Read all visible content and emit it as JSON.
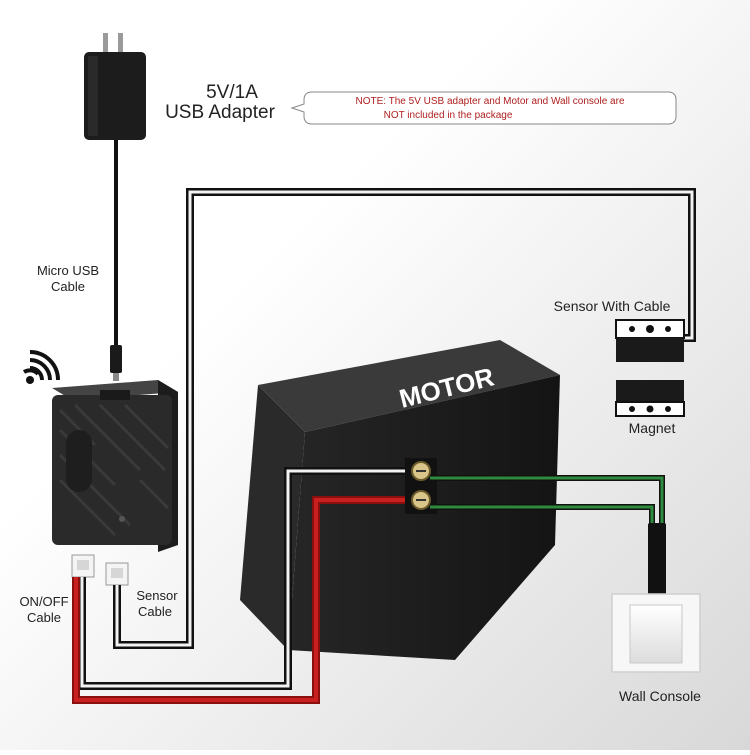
{
  "labels": {
    "adapter_line1": "5V/1A",
    "adapter_line2": "USB Adapter",
    "note_line1": "NOTE: The 5V USB adapter and Motor and Wall console are",
    "note_line2": "NOT included in the package",
    "micro_usb_line1": "Micro USB",
    "micro_usb_line2": "Cable",
    "sensor_with_cable": "Sensor With Cable",
    "magnet": "Magnet",
    "motor": "MOTOR",
    "onoff_line1": "ON/OFF",
    "onoff_line2": "Cable",
    "sensor_cable_line1": "Sensor",
    "sensor_cable_line2": "Cable",
    "wall_console": "Wall  Console"
  },
  "colors": {
    "background_gradient_end": "#d8d8d8",
    "device_body": "#2a2a2a",
    "motor_body": "#1e1e1e",
    "note_text": "#b02020",
    "red_wire": "#c8201e",
    "green_wire": "#2e8b3e",
    "black_wire": "#111111",
    "white_wire": "#f2f2f2"
  },
  "icons": {
    "wifi": "wifi-icon",
    "plug": "usb-plug-icon"
  }
}
